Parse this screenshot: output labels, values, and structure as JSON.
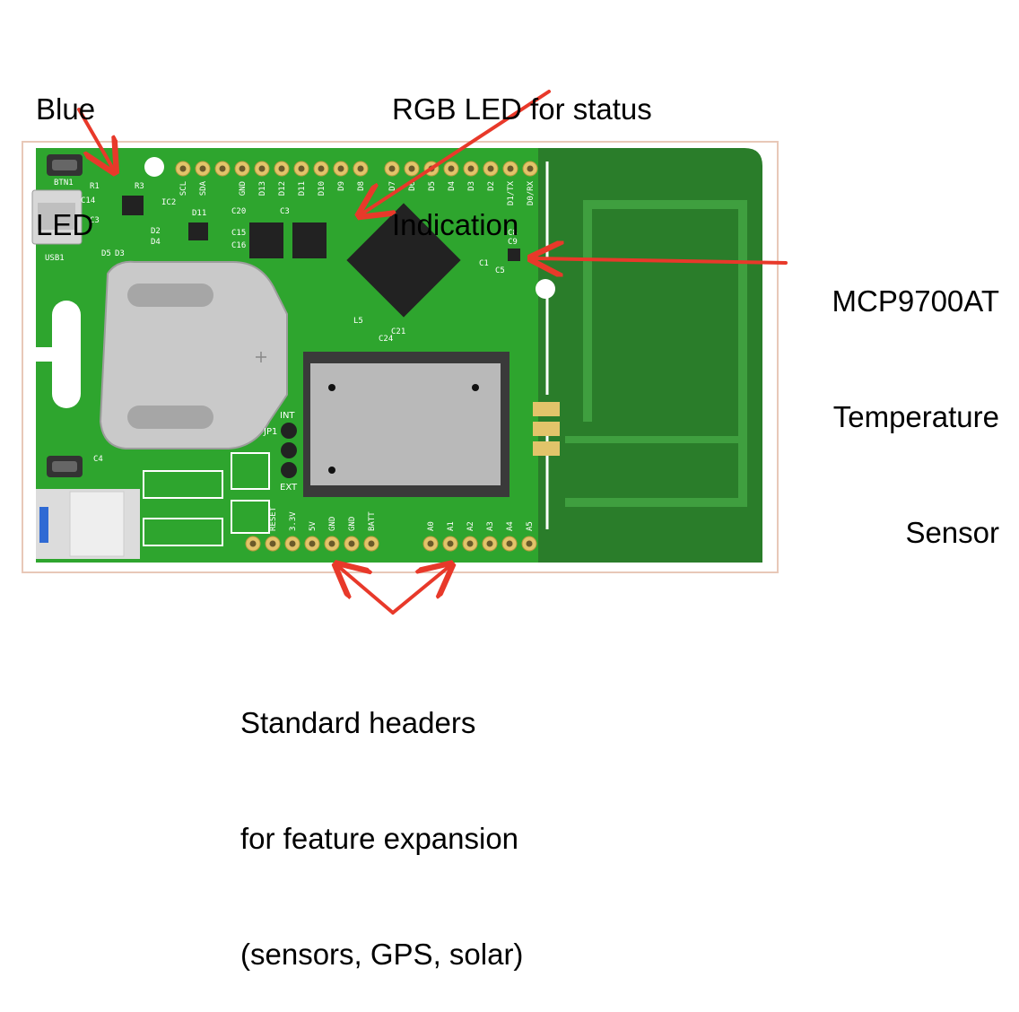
{
  "callouts": {
    "blue_led": [
      "Blue",
      "LED"
    ],
    "rgb_led": [
      "RGB LED for status",
      "Indication"
    ],
    "temp_sensor": [
      "MCP9700AT",
      "Temperature",
      "Sensor"
    ],
    "headers": [
      "Standard headers",
      "for feature expansion",
      "(sensors, GPS, solar)"
    ]
  },
  "board": {
    "top_pins_left": [
      "SCL",
      "SDA",
      "",
      "GND",
      "D13",
      "D12",
      "D11",
      "D10",
      "D9",
      "D8"
    ],
    "top_pins_right": [
      "D7",
      "D6",
      "D5",
      "D4",
      "D3",
      "D2",
      "D1/TX",
      "D0/RX"
    ],
    "bottom_pins_left": [
      "",
      "RESET",
      "3.3V",
      "5V",
      "GND",
      "GND",
      "BATT"
    ],
    "bottom_pins_right": [
      "A0",
      "A1",
      "A2",
      "A3",
      "A4",
      "A5"
    ],
    "silk": {
      "btn1": "BTN1",
      "usb1": "USB1",
      "r1": "R1",
      "r3": "R3",
      "c14": "C14",
      "c3": "C3",
      "ic2": "IC2",
      "d11": "D11",
      "d2": "D2",
      "d4": "D4",
      "d5": "D5",
      "d3": "D3",
      "c20": "C20",
      "c3b": "C3",
      "c15": "C15",
      "c16": "C16",
      "c4": "C4",
      "c8": "C8",
      "c9": "C9",
      "c5": "C5",
      "c1": "C1",
      "l5": "L5",
      "c21": "C21",
      "c24": "C24",
      "int": "INT",
      "jp1": "JP1",
      "ext": "EXT"
    }
  },
  "colors": {
    "arrow": "#e8392a",
    "pcb": "#2ea52e",
    "pcb_dark": "#1f6f1f",
    "antenna_area": "#2f7a2f",
    "pad": "#e2c46a"
  }
}
